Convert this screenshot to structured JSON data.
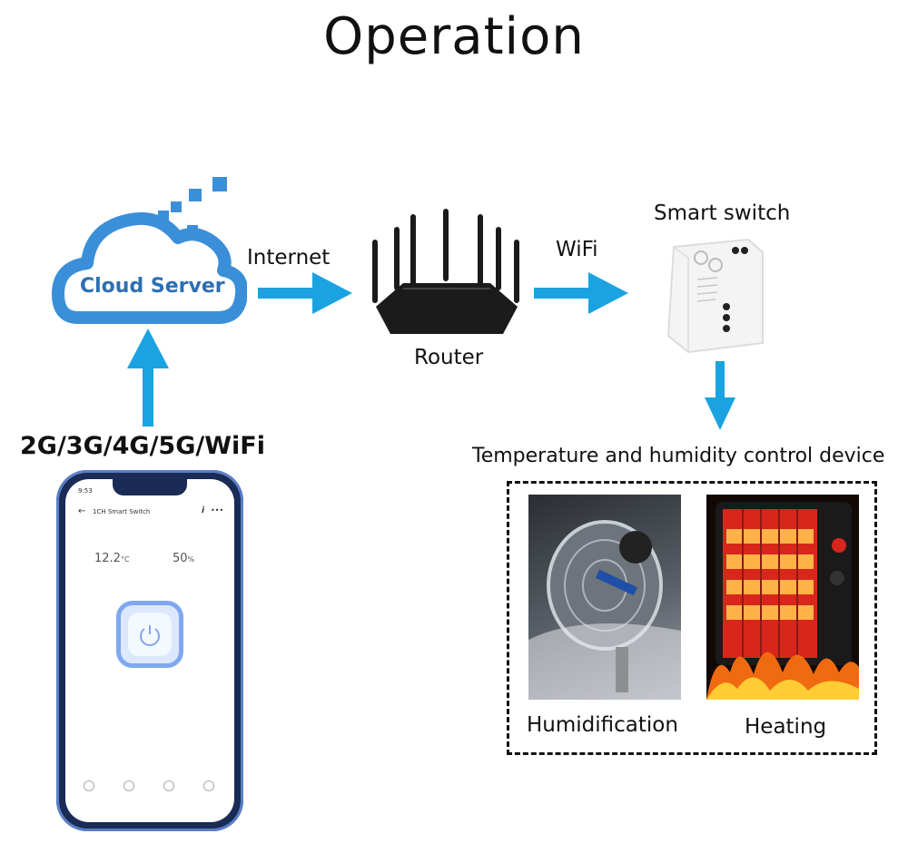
{
  "title": "Operation",
  "nodes": {
    "cloud_label": "Cloud Server",
    "router_label": "Router",
    "switch_label": "Smart switch",
    "device_group_label": "Temperature and humidity control device",
    "humidification_label": "Humidification",
    "heating_label": "Heating"
  },
  "edges": {
    "cloud_to_router": "Internet",
    "router_to_switch": "WiFi",
    "phone_to_cloud": "2G/3G/4G/5G/WiFi"
  },
  "phone": {
    "time": "9:53",
    "back": "←",
    "screen_title": "1CH Smart Switch",
    "info": "i",
    "more": "•••",
    "temperature": "12.2",
    "temperature_unit": "°C",
    "humidity": "50",
    "humidity_unit": "%",
    "power_icon": "power-icon"
  },
  "colors": {
    "arrow": "#1aa3e0",
    "cloud": "#3b8fd9",
    "cloud_text": "#2c6fb3"
  }
}
